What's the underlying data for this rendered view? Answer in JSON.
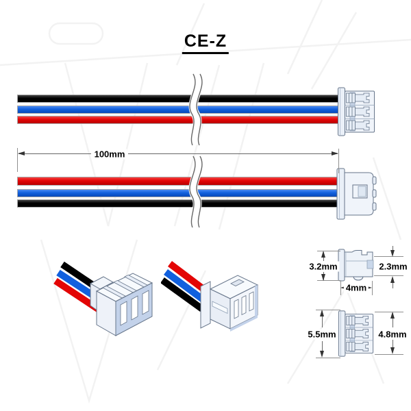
{
  "title": "CE-Z",
  "dimensions": {
    "wire_length": "100mm",
    "housing_side_height": "3.2mm",
    "housing_side_inner_height": "2.3mm",
    "housing_side_width": "4mm",
    "housing_front_height": "5.5mm",
    "housing_front_inner_height": "4.8mm"
  },
  "wires": {
    "count": 3,
    "colors_top_assembly_top_to_bottom": [
      "black",
      "blue",
      "red"
    ],
    "colors_bottom_assembly_top_to_bottom": [
      "red",
      "blue",
      "black"
    ],
    "hex": {
      "black": "#000000",
      "blue": "#1160de",
      "red": "#e30505"
    }
  },
  "connector": {
    "positions": 3,
    "body_fill": "#f0f4fa",
    "shade_fill": "#c3d2ea",
    "outline": "#66758a"
  }
}
